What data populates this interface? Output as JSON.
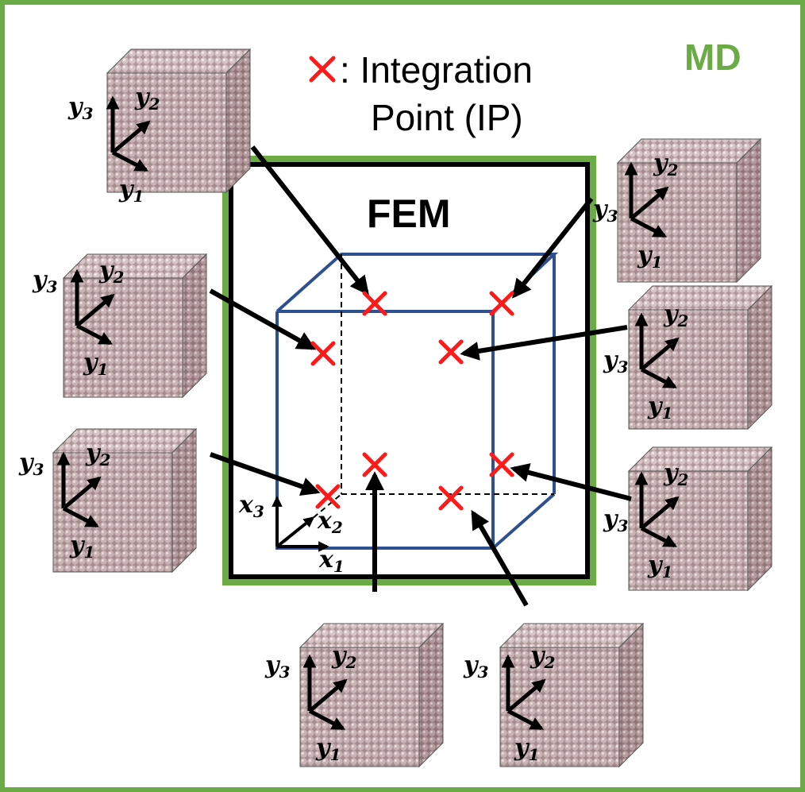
{
  "md_label": "MD",
  "fem_label": "FEM",
  "legend": {
    "marker": "×",
    "line1": ": Integration",
    "line2": "Point (IP)"
  },
  "fem_axes": {
    "x1": "x",
    "x1_sub": "1",
    "x2": "x",
    "x2_sub": "2",
    "x3": "x",
    "x3_sub": "3"
  },
  "cube_axes": {
    "y1": "y",
    "y1_sub": "1",
    "y2": "y",
    "y2_sub": "2",
    "y3": "y",
    "y3_sub": "3"
  },
  "colors": {
    "md_frame": "#6aab46",
    "fem_frame": "#6aab46",
    "fem_inner": "#000000",
    "element_edges": "#2e5090",
    "ip_marker": "#ff1a1a",
    "atom": "#c9b3b5",
    "atom_shadow": "#8f7376"
  },
  "icons": {
    "ip": "cross-icon",
    "arrow": "arrow-icon",
    "atom_cube": "atom-cube-icon"
  }
}
